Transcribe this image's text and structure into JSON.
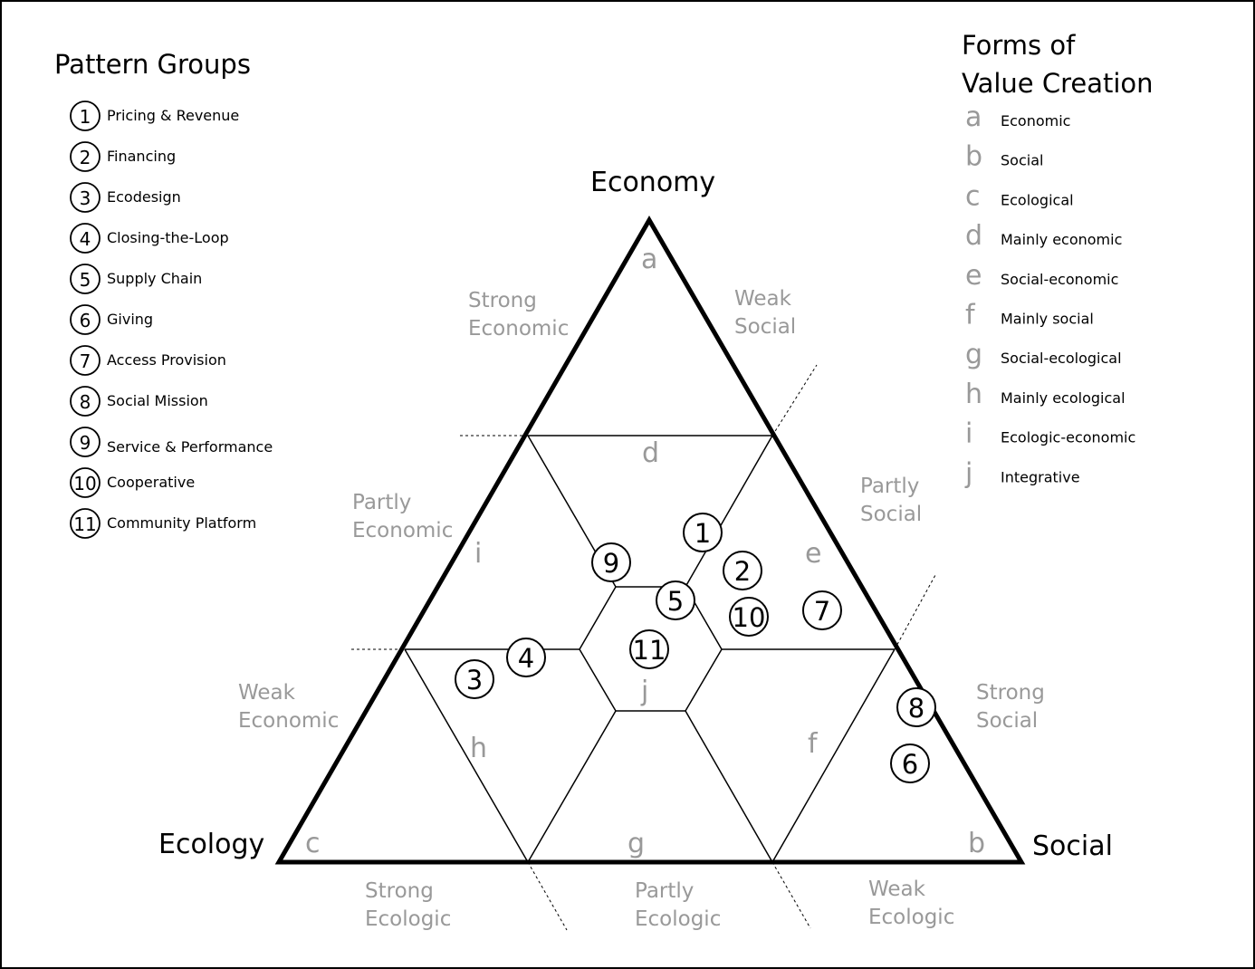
{
  "pattern_groups": {
    "title": "Pattern Groups",
    "items": [
      {
        "num": "1",
        "label": "Pricing & Revenue"
      },
      {
        "num": "2",
        "label": "Financing"
      },
      {
        "num": "3",
        "label": "Ecodesign"
      },
      {
        "num": "4",
        "label": "Closing-the-Loop"
      },
      {
        "num": "5",
        "label": "Supply Chain"
      },
      {
        "num": "6",
        "label": "Giving"
      },
      {
        "num": "7",
        "label": "Access Provision"
      },
      {
        "num": "8",
        "label": "Social Mission"
      },
      {
        "num": "9",
        "label": "Service & Performance"
      },
      {
        "num": "10",
        "label": "Cooperative"
      },
      {
        "num": "11",
        "label": "Community Platform"
      }
    ]
  },
  "forms": {
    "title_line1": "Forms of",
    "title_line2": "Value Creation",
    "items": [
      {
        "letter": "a",
        "label": "Economic"
      },
      {
        "letter": "b",
        "label": "Social"
      },
      {
        "letter": "c",
        "label": "Ecological"
      },
      {
        "letter": "d",
        "label": "Mainly economic"
      },
      {
        "letter": "e",
        "label": "Social-economic"
      },
      {
        "letter": "f",
        "label": "Mainly social"
      },
      {
        "letter": "g",
        "label": "Social-ecological"
      },
      {
        "letter": "h",
        "label": "Mainly ecological"
      },
      {
        "letter": "i",
        "label": "Ecologic-economic"
      },
      {
        "letter": "j",
        "label": "Integrative"
      }
    ]
  },
  "vertices": {
    "top": "Economy",
    "left": "Ecology",
    "right": "Social"
  },
  "zones": {
    "strong_economic": [
      "Strong",
      "Economic"
    ],
    "weak_social": [
      "Weak",
      "Social"
    ],
    "partly_economic": [
      "Partly",
      "Economic"
    ],
    "partly_social": [
      "Partly",
      "Social"
    ],
    "weak_economic": [
      "Weak",
      "Economic"
    ],
    "strong_social": [
      "Strong",
      "Social"
    ],
    "strong_ecologic": [
      "Strong",
      "Ecologic"
    ],
    "partly_ecologic": [
      "Partly",
      "Ecologic"
    ],
    "weak_ecologic": [
      "Weak",
      "Ecologic"
    ]
  },
  "region_letters": {
    "a": "a",
    "b": "b",
    "c": "c",
    "d": "d",
    "e": "e",
    "f": "f",
    "g": "g",
    "h": "h",
    "i": "i",
    "j": "j"
  },
  "placed_patterns": [
    "1",
    "2",
    "10",
    "7",
    "9",
    "5",
    "11",
    "4",
    "3",
    "8",
    "6"
  ]
}
